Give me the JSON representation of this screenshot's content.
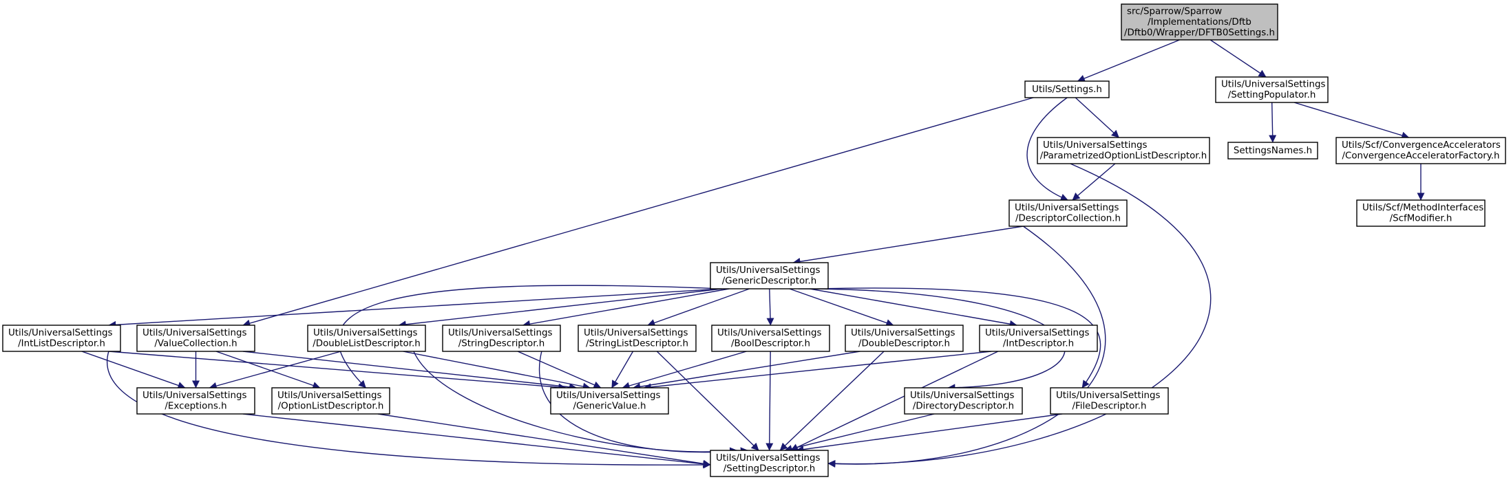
{
  "graph": {
    "nodes": {
      "root": [
        "src/Sparrow/Sparrow",
        "/Implementations/Dftb",
        "/Dftb0/Wrapper/DFTB0Settings.h"
      ],
      "settings": [
        "Utils/Settings.h"
      ],
      "populator": [
        "Utils/UniversalSettings",
        "/SettingPopulator.h"
      ],
      "paramOptList": [
        "Utils/UniversalSettings",
        "/ParametrizedOptionListDescriptor.h"
      ],
      "settingsNames": [
        "SettingsNames.h"
      ],
      "convAccFactory": [
        "Utils/Scf/ConvergenceAccelerators",
        "/ConvergenceAcceleratorFactory.h"
      ],
      "scfModifier": [
        "Utils/Scf/MethodInterfaces",
        "/ScfModifier.h"
      ],
      "descCollection": [
        "Utils/UniversalSettings",
        "/DescriptorCollection.h"
      ],
      "genericDesc": [
        "Utils/UniversalSettings",
        "/GenericDescriptor.h"
      ],
      "intList": [
        "Utils/UniversalSettings",
        "/IntListDescriptor.h"
      ],
      "valueColl": [
        "Utils/UniversalSettings",
        "/ValueCollection.h"
      ],
      "doubleList": [
        "Utils/UniversalSettings",
        "/DoubleListDescriptor.h"
      ],
      "stringDesc": [
        "Utils/UniversalSettings",
        "/StringDescriptor.h"
      ],
      "stringList": [
        "Utils/UniversalSettings",
        "/StringListDescriptor.h"
      ],
      "boolDesc": [
        "Utils/UniversalSettings",
        "/BoolDescriptor.h"
      ],
      "doubleDesc": [
        "Utils/UniversalSettings",
        "/DoubleDescriptor.h"
      ],
      "intDesc": [
        "Utils/UniversalSettings",
        "/IntDescriptor.h"
      ],
      "exceptions": [
        "Utils/UniversalSettings",
        "/Exceptions.h"
      ],
      "optionList": [
        "Utils/UniversalSettings",
        "/OptionListDescriptor.h"
      ],
      "genericValue": [
        "Utils/UniversalSettings",
        "/GenericValue.h"
      ],
      "dirDesc": [
        "Utils/UniversalSettings",
        "/DirectoryDescriptor.h"
      ],
      "fileDesc": [
        "Utils/UniversalSettings",
        "/FileDescriptor.h"
      ],
      "settingDesc": [
        "Utils/UniversalSettings",
        "/SettingDescriptor.h"
      ]
    },
    "edges": [
      [
        "root",
        "settings"
      ],
      [
        "root",
        "populator"
      ],
      [
        "settings",
        "valueColl"
      ],
      [
        "settings",
        "descCollection"
      ],
      [
        "settings",
        "paramOptList"
      ],
      [
        "populator",
        "settingsNames"
      ],
      [
        "populator",
        "convAccFactory"
      ],
      [
        "convAccFactory",
        "scfModifier"
      ],
      [
        "paramOptList",
        "descCollection"
      ],
      [
        "paramOptList",
        "settingDesc"
      ],
      [
        "descCollection",
        "genericDesc"
      ],
      [
        "descCollection",
        "settingDesc"
      ],
      [
        "genericDesc",
        "intList"
      ],
      [
        "genericDesc",
        "doubleList"
      ],
      [
        "genericDesc",
        "stringDesc"
      ],
      [
        "genericDesc",
        "stringList"
      ],
      [
        "genericDesc",
        "boolDesc"
      ],
      [
        "genericDesc",
        "doubleDesc"
      ],
      [
        "genericDesc",
        "intDesc"
      ],
      [
        "genericDesc",
        "optionList"
      ],
      [
        "genericDesc",
        "dirDesc"
      ],
      [
        "genericDesc",
        "fileDesc"
      ],
      [
        "intList",
        "exceptions"
      ],
      [
        "intList",
        "genericValue"
      ],
      [
        "intList",
        "settingDesc"
      ],
      [
        "valueColl",
        "exceptions"
      ],
      [
        "valueColl",
        "optionList"
      ],
      [
        "valueColl",
        "genericValue"
      ],
      [
        "doubleList",
        "exceptions"
      ],
      [
        "doubleList",
        "genericValue"
      ],
      [
        "doubleList",
        "settingDesc"
      ],
      [
        "stringDesc",
        "genericValue"
      ],
      [
        "stringDesc",
        "settingDesc"
      ],
      [
        "stringList",
        "genericValue"
      ],
      [
        "stringList",
        "settingDesc"
      ],
      [
        "boolDesc",
        "genericValue"
      ],
      [
        "boolDesc",
        "settingDesc"
      ],
      [
        "doubleDesc",
        "genericValue"
      ],
      [
        "doubleDesc",
        "settingDesc"
      ],
      [
        "intDesc",
        "genericValue"
      ],
      [
        "intDesc",
        "settingDesc"
      ],
      [
        "exceptions",
        "settingDesc"
      ],
      [
        "optionList",
        "settingDesc"
      ],
      [
        "dirDesc",
        "settingDesc"
      ],
      [
        "fileDesc",
        "settingDesc"
      ]
    ]
  }
}
